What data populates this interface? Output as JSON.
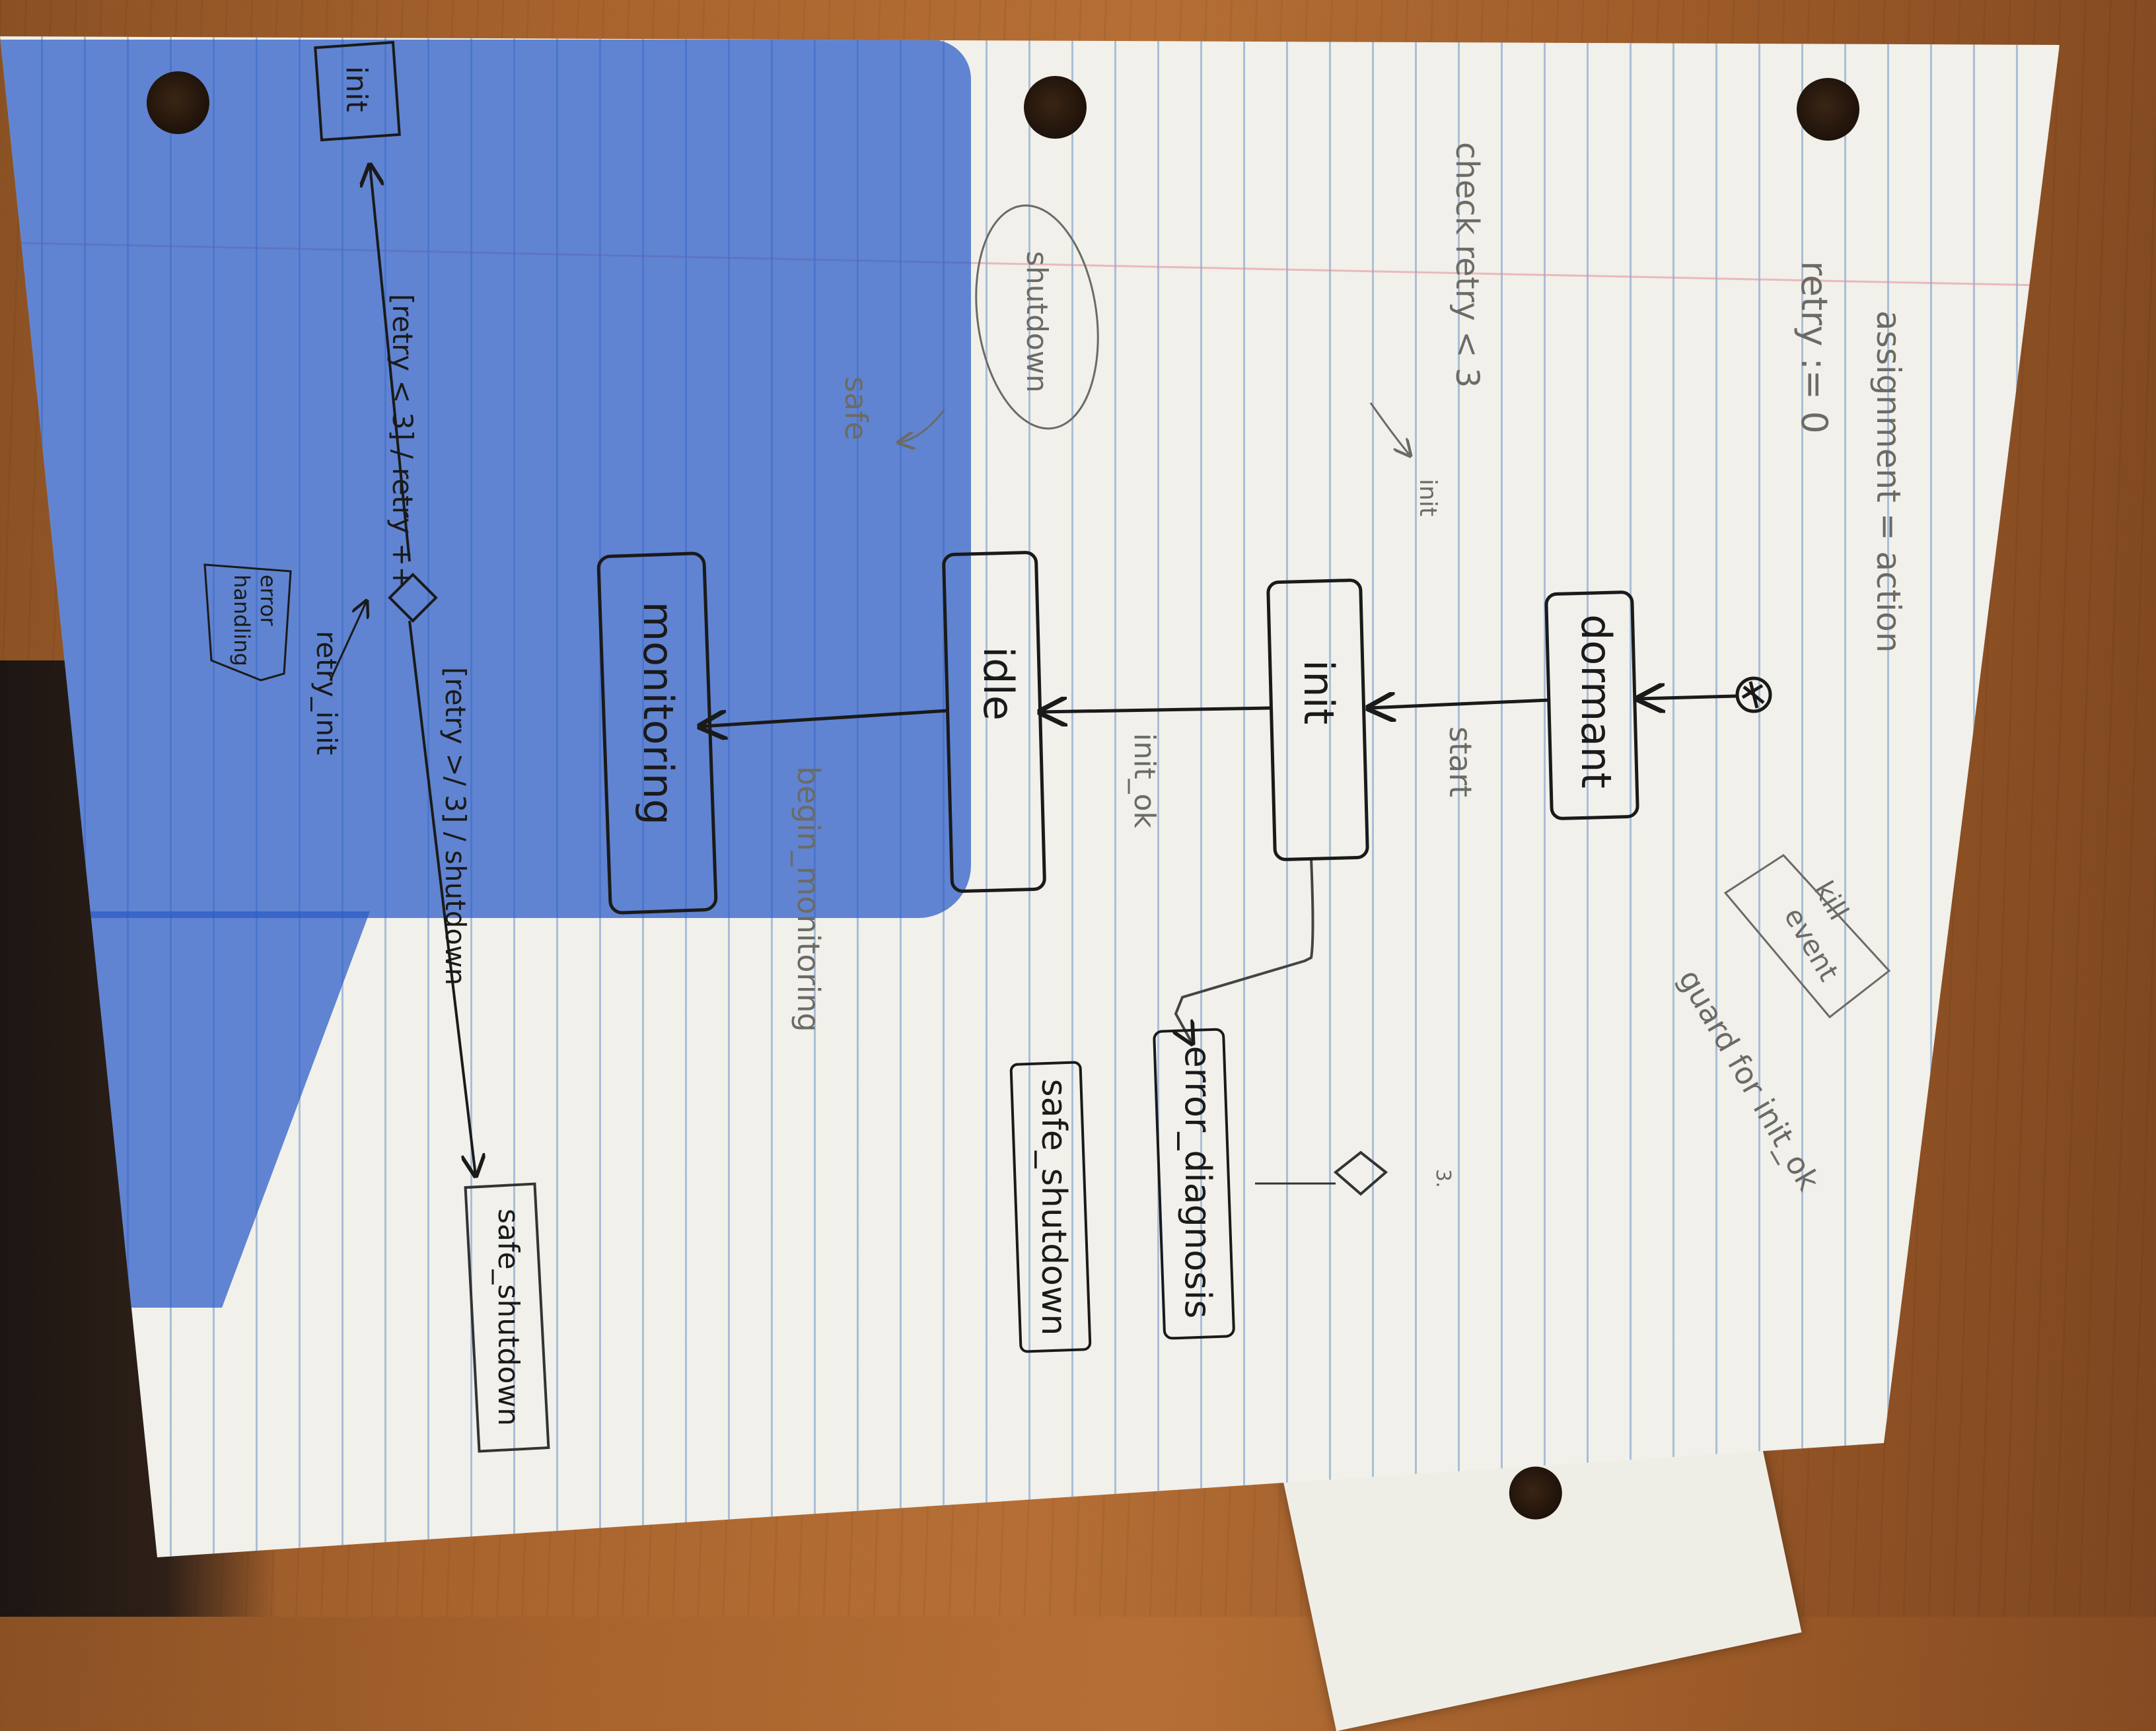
{
  "diagram": {
    "states": {
      "dormant": "dormant",
      "init": "init",
      "idle": "idle",
      "monitoring": "monitoring",
      "error_diagnosis": "error_diagnosis",
      "safe_shutdown": "safe_shutdown",
      "safe_shutdown_lower": "safe_shutdown",
      "init_small": "init"
    },
    "transitions": {
      "start": "start",
      "init_ok": "init_ok",
      "begin_monitoring": "begin_monitoring",
      "retry_init": "retry_init",
      "retry_lt_3": "[retry < 3] / retry ++",
      "retry_ge_3": "[retry >/ 3] / shutdown"
    },
    "notes": {
      "assignment_action": "assignment = action",
      "retry_assign": "retry := 0",
      "kill_event": "kill\nevent",
      "guard_for_init_ok": "guard for init_ok",
      "check_retry": "check retry < 3",
      "shutdown": "shutdown",
      "safe": "safe",
      "error_handling": "error\nhandling",
      "small_3": "3."
    },
    "colors": {
      "ink": "#1a1a1a",
      "pencil": "#6b6b66",
      "shadow": "#2f5fc8",
      "paper": "#f1f0ea",
      "wood": "#a8632d"
    }
  }
}
